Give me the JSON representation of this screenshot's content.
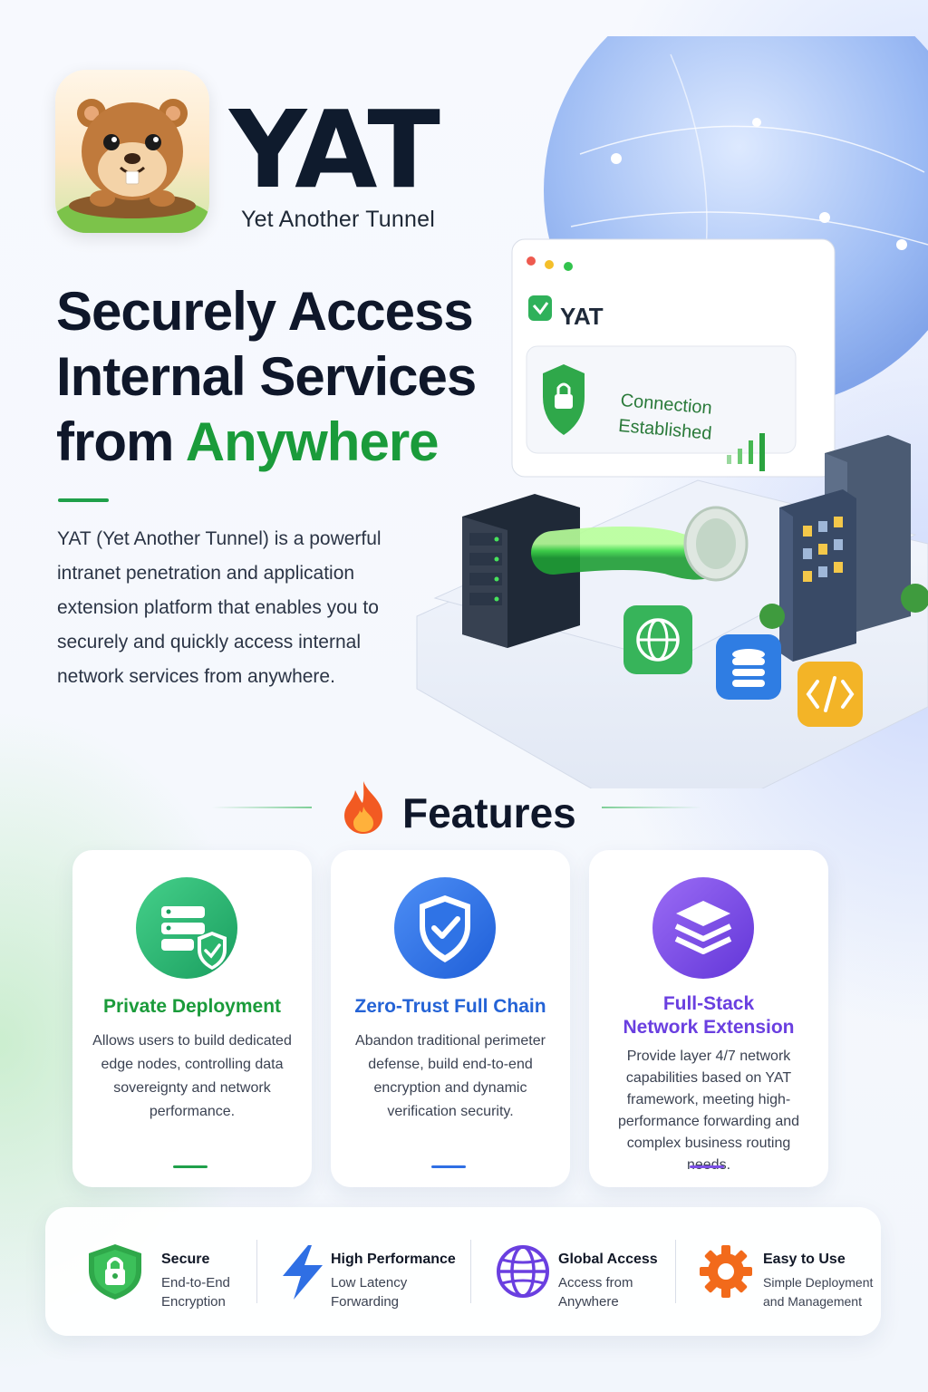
{
  "brand": {
    "title": "YAT",
    "subtitle": "Yet Another Tunnel"
  },
  "headline": {
    "line1": "Securely Access",
    "line2": "Internal Services",
    "line3_prefix": "from ",
    "line3_accent": "Anywhere"
  },
  "intro": "YAT (Yet Another Tunnel) is a powerful intranet penetration and application extension platform that enables you to securely and quickly access internal network services from anywhere.",
  "hero": {
    "window_brand": "YAT",
    "status_line1": "Connection",
    "status_line2": "Established"
  },
  "features_heading": "Features",
  "cards": [
    {
      "icon": "server-shield-icon",
      "title": "Private Deployment",
      "description": "Allows users to build dedicated edge nodes, controlling data sovereignty and network performance.",
      "color": "#1a9b3a"
    },
    {
      "icon": "shield-check-icon",
      "title": "Zero-Trust Full Chain",
      "description": "Abandon traditional perimeter defense, build end-to-end encryption and dynamic verification security.",
      "color": "#2463d6"
    },
    {
      "icon": "layers-icon",
      "title_line1": "Full-Stack",
      "title_line2": "Network Extension",
      "description": "Provide layer 4/7 network capabilities based on YAT framework, meeting high-performance forwarding and complex business routing needs.",
      "color": "#6a3fe0"
    }
  ],
  "bottom_features": [
    {
      "icon": "lock-shield-icon",
      "title": "Secure",
      "line1": "End-to-End",
      "line2": "Encryption"
    },
    {
      "icon": "lightning-icon",
      "title": "High Performance",
      "line1": "Low Latency",
      "line2": "Forwarding"
    },
    {
      "icon": "globe-icon",
      "title": "Global Access",
      "line1": "Access from",
      "line2": "Anywhere"
    },
    {
      "icon": "gear-icon",
      "title": "Easy to Use",
      "line1": "Simple Deployment",
      "line2": "and Management"
    }
  ]
}
